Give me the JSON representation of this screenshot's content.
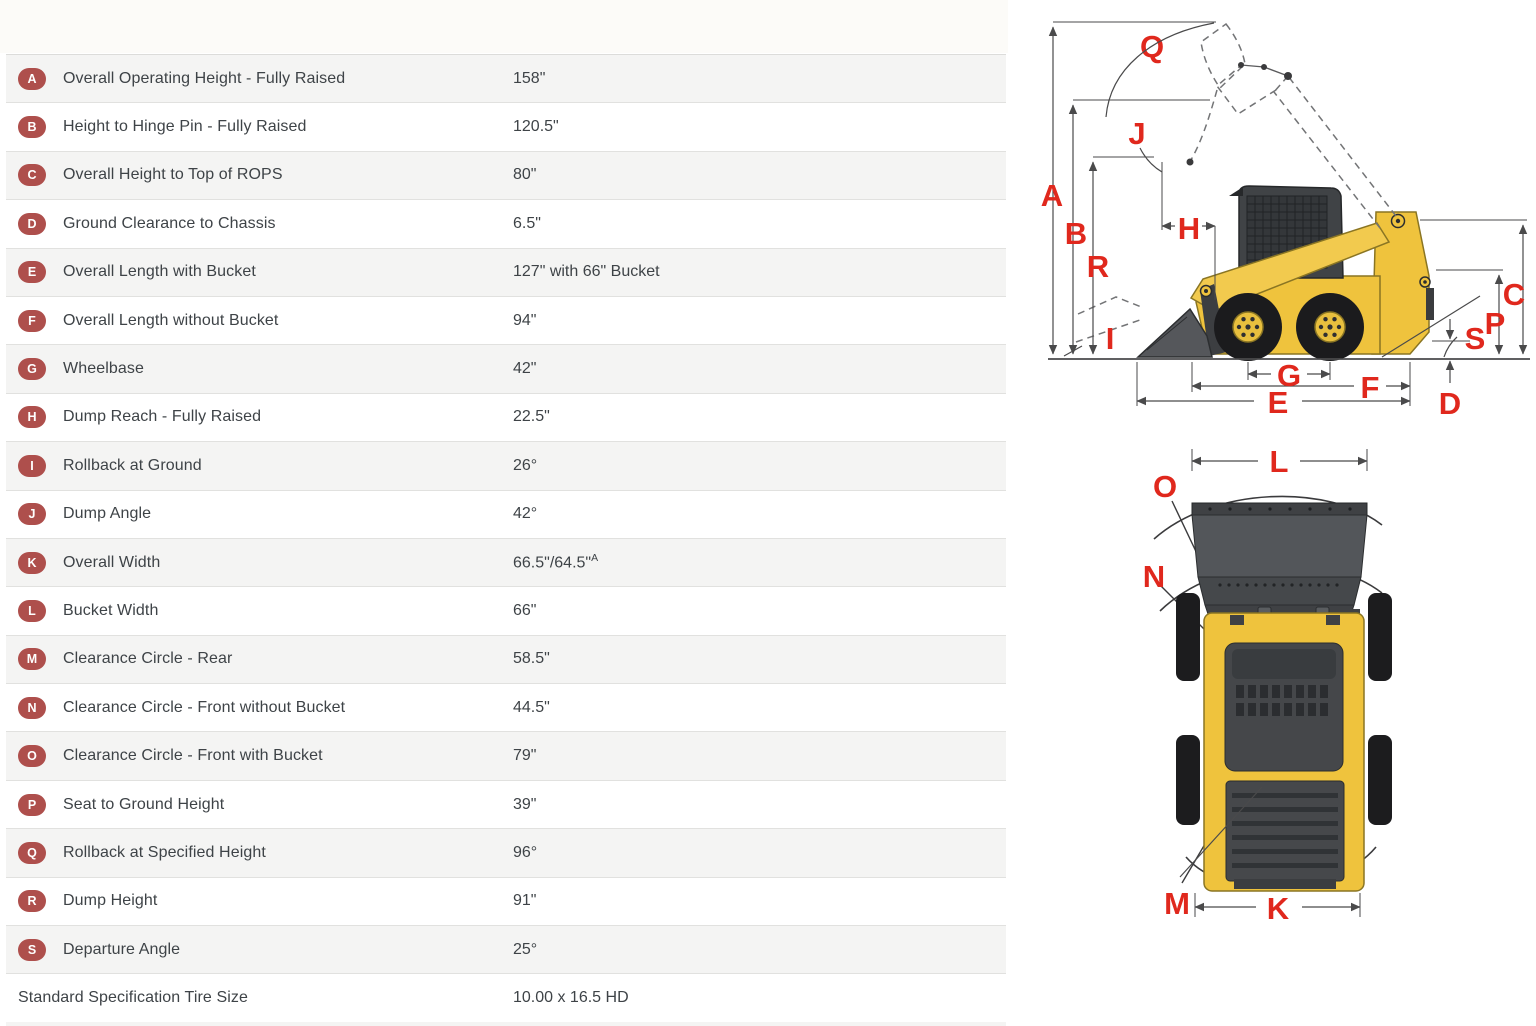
{
  "table": {
    "rows": [
      {
        "badge": "A",
        "label": "Overall Operating Height - Fully Raised",
        "value": "158\""
      },
      {
        "badge": "B",
        "label": "Height to Hinge Pin - Fully Raised",
        "value": "120.5\""
      },
      {
        "badge": "C",
        "label": "Overall Height to Top of ROPS",
        "value": "80\""
      },
      {
        "badge": "D",
        "label": "Ground Clearance to Chassis",
        "value": "6.5\""
      },
      {
        "badge": "E",
        "label": "Overall Length with Bucket",
        "value": "127\" with 66\" Bucket"
      },
      {
        "badge": "F",
        "label": "Overall Length without Bucket",
        "value": "94\""
      },
      {
        "badge": "G",
        "label": "Wheelbase",
        "value": "42\""
      },
      {
        "badge": "H",
        "label": "Dump Reach - Fully Raised",
        "value": "22.5\""
      },
      {
        "badge": "I",
        "label": "Rollback at Ground",
        "value": "26°"
      },
      {
        "badge": "J",
        "label": "Dump Angle",
        "value": "42°"
      },
      {
        "badge": "K",
        "label": "Overall Width",
        "value": "66.5\"/64.5\"",
        "value_sup": "A"
      },
      {
        "badge": "L",
        "label": "Bucket Width",
        "value": "66\""
      },
      {
        "badge": "M",
        "label": "Clearance Circle - Rear",
        "value": "58.5\""
      },
      {
        "badge": "N",
        "label": "Clearance Circle - Front without Bucket",
        "value": "44.5\""
      },
      {
        "badge": "O",
        "label": "Clearance Circle - Front with Bucket",
        "value": "79\""
      },
      {
        "badge": "P",
        "label": "Seat to Ground Height",
        "value": "39\""
      },
      {
        "badge": "Q",
        "label": "Rollback at Specified Height",
        "value": "96°"
      },
      {
        "badge": "R",
        "label": "Dump Height",
        "value": "91\""
      },
      {
        "badge": "S",
        "label": "Departure Angle",
        "value": "25°"
      },
      {
        "badge": "",
        "label": "Standard Specification Tire Size",
        "value": "10.00 x 16.5 HD"
      }
    ]
  },
  "side_labels": {
    "a": "A",
    "b": "B",
    "c": "C",
    "d": "D",
    "e": "E",
    "f": "F",
    "g": "G",
    "h": "H",
    "i": "I",
    "j": "J",
    "p": "P",
    "q": "Q",
    "r": "R",
    "s": "S"
  },
  "top_labels": {
    "k": "K",
    "l": "L",
    "m": "M",
    "n": "N",
    "o": "O"
  },
  "colors": {
    "badge": "#ae4f4c",
    "row_shaded": "#f4f4f3",
    "dim_label_red": "#e0281d",
    "machine_yellow": "#efc33d",
    "machine_gray": "#47494c"
  }
}
